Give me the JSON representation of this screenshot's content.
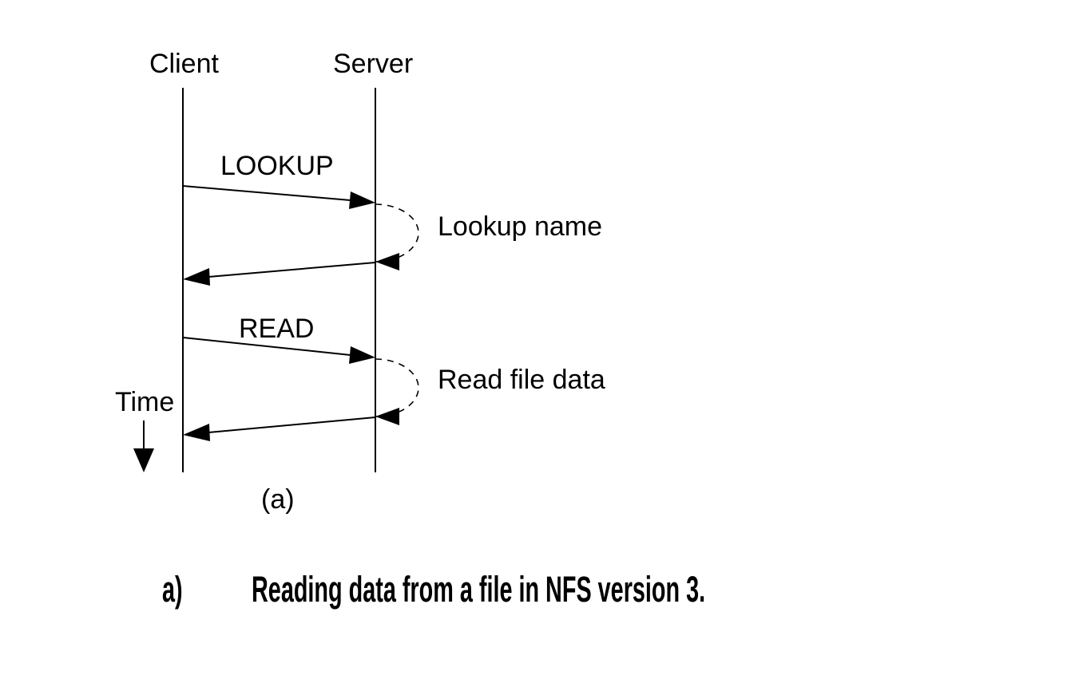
{
  "colors": {
    "ink": "#000000",
    "background": "#ffffff"
  },
  "diagram": {
    "lifelines": [
      {
        "label": "Client"
      },
      {
        "label": "Server"
      }
    ],
    "messages": [
      {
        "label": "LOOKUP"
      },
      {
        "label": "READ"
      }
    ],
    "server_actions": [
      {
        "label": "Lookup name"
      },
      {
        "label": "Read file data"
      }
    ],
    "time_label": "Time",
    "sub_label": "(a)"
  },
  "caption": {
    "index": "a)",
    "text": "Reading data from a file in NFS version 3."
  }
}
